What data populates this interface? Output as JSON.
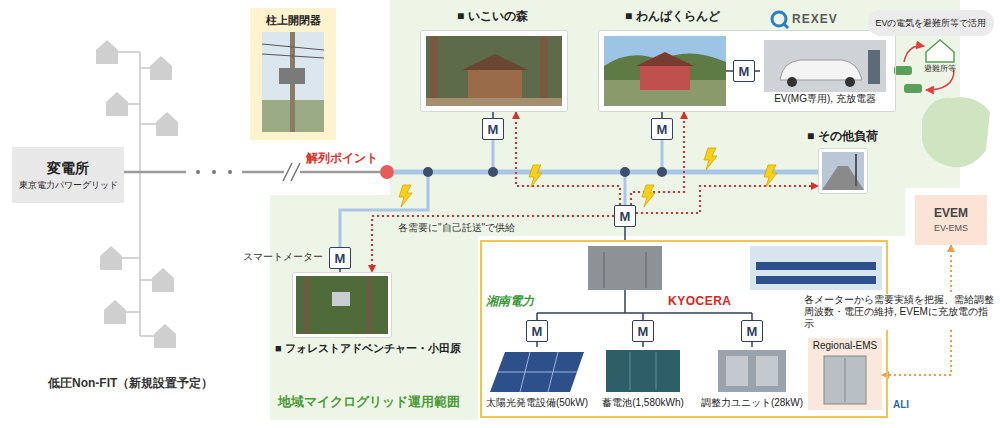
{
  "diagram": {
    "nodes": [
      {
        "text": [
          "変電所",
          "東京電力パワーグリッド"
        ]
      },
      {
        "text": [
          "柱上開閉器"
        ]
      },
      {
        "text": [
          "解列ポイント"
        ]
      },
      {
        "text": [
          "地域マイクログリッド運用範囲"
        ]
      },
      {
        "text": [
          "■ いこいの森"
        ],
        "in": 3
      },
      {
        "text": [
          "M"
        ],
        "in": 3
      },
      {
        "text": [
          "■ わんぱくらんど"
        ],
        "in": 3
      },
      {
        "text": [
          "M"
        ],
        "in": 6
      },
      {
        "text": [
          "EV(MG専用), 充放電器"
        ],
        "in": 6
      },
      {
        "text": [
          "M"
        ],
        "in": 3
      },
      {
        "text": [
          "■ その他負荷"
        ],
        "in": 3
      },
      {
        "text": [
          "M"
        ],
        "in": 3
      },
      {
        "text": [
          "■ フォレストアドベンチャー・小田原"
        ],
        "in": 3
      },
      {
        "text": [
          "M"
        ],
        "in": 3
      },
      {
        "text": [
          "湘南電力",
          "KYOCERA"
        ],
        "in": 3
      },
      {
        "text": [
          "M"
        ],
        "in": 14
      },
      {
        "text": [
          "M"
        ],
        "in": 14
      },
      {
        "text": [
          "M"
        ],
        "in": 14
      },
      {
        "text": [
          "太陽光発電設備(50kW)"
        ],
        "in": 14
      },
      {
        "text": [
          "蓄電池(1,580kWh)"
        ],
        "in": 14
      },
      {
        "text": [
          "調整力ユニット(28kW)"
        ],
        "in": 14
      },
      {
        "text": [
          "Regional-EMS"
        ],
        "in": 14
      },
      {
        "text": [
          "EVEM",
          "EV-EMS"
        ]
      },
      {
        "text": [
          "EVの電気を避難所等で活用"
        ]
      }
    ],
    "edges": [
      {
        "from": 0,
        "to": 2,
        "arrow": "none"
      },
      {
        "from": 2,
        "to": 10,
        "arrow": "none"
      },
      {
        "from": 2,
        "to": 5,
        "arrow": "none"
      },
      {
        "from": 2,
        "to": 9,
        "arrow": "none"
      },
      {
        "from": 2,
        "to": 13,
        "arrow": "none"
      },
      {
        "from": 2,
        "to": 11,
        "arrow": "none"
      },
      {
        "from": 5,
        "to": 4,
        "arrow": "none"
      },
      {
        "from": 9,
        "to": 6,
        "arrow": "none"
      },
      {
        "from": 7,
        "to": 8,
        "arrow": "none"
      },
      {
        "from": 11,
        "to": 12,
        "arrow": "none"
      },
      {
        "from": 13,
        "to": 14,
        "arrow": "none"
      },
      {
        "from": 15,
        "to": 18,
        "arrow": "none"
      },
      {
        "from": 16,
        "to": 19,
        "arrow": "none"
      },
      {
        "from": 17,
        "to": 20,
        "arrow": "none"
      },
      {
        "from": 13,
        "to": 4,
        "arrow": "to"
      },
      {
        "from": 13,
        "to": 6,
        "arrow": "to"
      },
      {
        "from": 13,
        "to": 10,
        "arrow": "to"
      },
      {
        "from": 13,
        "to": 12,
        "arrow": "to"
      },
      {
        "from": 22,
        "to": 21,
        "arrow": "both"
      }
    ],
    "labels": [
      "低圧Non-FIT（新規設置予定）",
      "スマートメーター",
      "各需要に\"自己託送\"で供給",
      "REXEV",
      "避難所等",
      "各メーターから需要実績を把握、需給調整 周波数・電圧の維持, EVEMに充放電の指示",
      "ALI"
    ]
  }
}
